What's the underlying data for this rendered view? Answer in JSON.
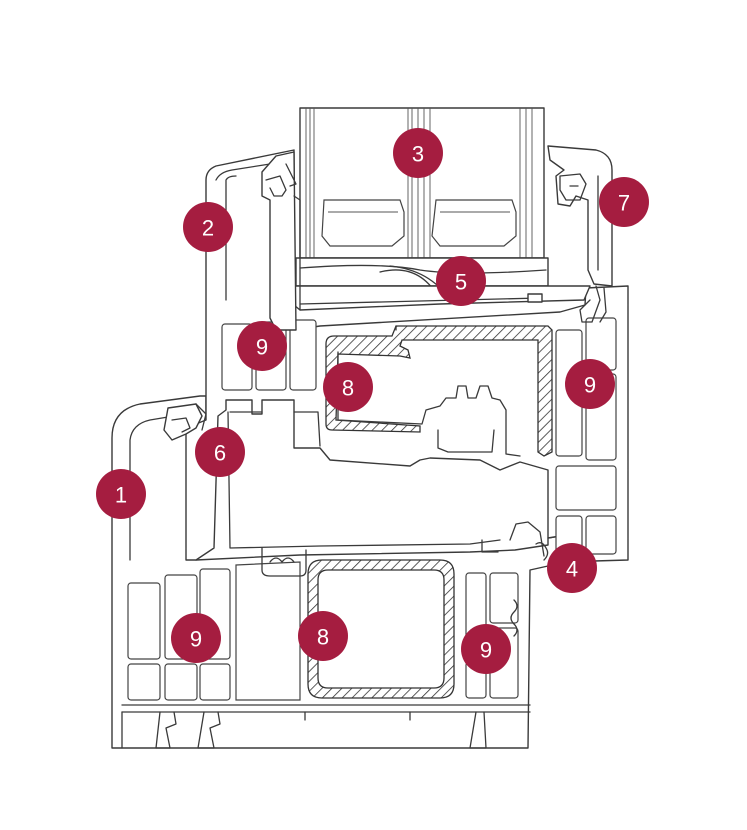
{
  "diagram": {
    "marker_color": "#a51d40",
    "markers": [
      {
        "id": "m1",
        "label": "1"
      },
      {
        "id": "m2",
        "label": "2"
      },
      {
        "id": "m3",
        "label": "3"
      },
      {
        "id": "m4",
        "label": "4"
      },
      {
        "id": "m5",
        "label": "5"
      },
      {
        "id": "m6",
        "label": "6"
      },
      {
        "id": "m7",
        "label": "7"
      },
      {
        "id": "m8a",
        "label": "8"
      },
      {
        "id": "m8b",
        "label": "8"
      },
      {
        "id": "m9a",
        "label": "9"
      },
      {
        "id": "m9b",
        "label": "9"
      },
      {
        "id": "m9c",
        "label": "9"
      },
      {
        "id": "m9d",
        "label": "9"
      }
    ]
  }
}
